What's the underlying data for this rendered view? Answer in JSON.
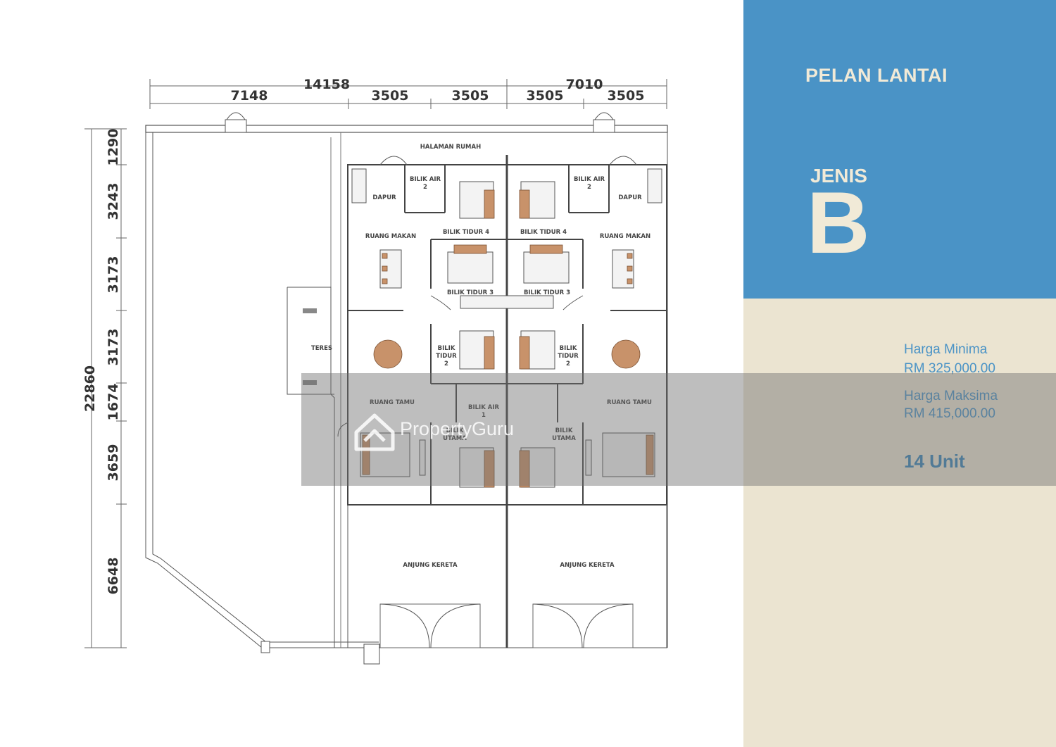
{
  "plan": {
    "dimensions_top": {
      "total_left": "14158",
      "total_right": "7010",
      "segments": [
        "7148",
        "3505",
        "3505",
        "3505",
        "3505"
      ]
    },
    "dimensions_left": {
      "total": "22860",
      "segments": [
        "1290",
        "3243",
        "3173",
        "3173",
        "1674",
        "3659",
        "6648"
      ]
    },
    "rooms": {
      "halaman": "HALAMAN RUMAH",
      "dapur": "DAPUR",
      "bilik_air_2": "BILIK AIR",
      "bilik_air_2_num": "2",
      "bilik_tidur_4": "BILIK TIDUR 4",
      "ruang_makan": "RUANG MAKAN",
      "bilik_tidur_3": "BILIK TIDUR 3",
      "teres": "TERES",
      "bilik": "BILIK",
      "tidur": "TIDUR",
      "tidur_num": "2",
      "ruang_tamu": "RUANG TAMU",
      "bilik_air_1": "BILIK AIR",
      "bilik_air_1_num": "1",
      "bilik_utama_1": "BILIK",
      "bilik_utama_2": "UTAMA",
      "anjung_kereta": "ANJUNG KERETA"
    }
  },
  "panel": {
    "title": "PELAN LANTAI",
    "type_label": "JENIS",
    "type_letter": "B",
    "price_min_label": "Harga Minima",
    "price_min_value": "RM 325,000.00",
    "price_max_label": "Harga Maksima",
    "price_max_value": "RM 415,000.00",
    "units": "14 Unit",
    "colors": {
      "blue": "#4a93c6",
      "cream": "#ebe4d1",
      "text_light": "#f1ead7"
    }
  },
  "watermark": {
    "text": "PropertyGuru"
  }
}
